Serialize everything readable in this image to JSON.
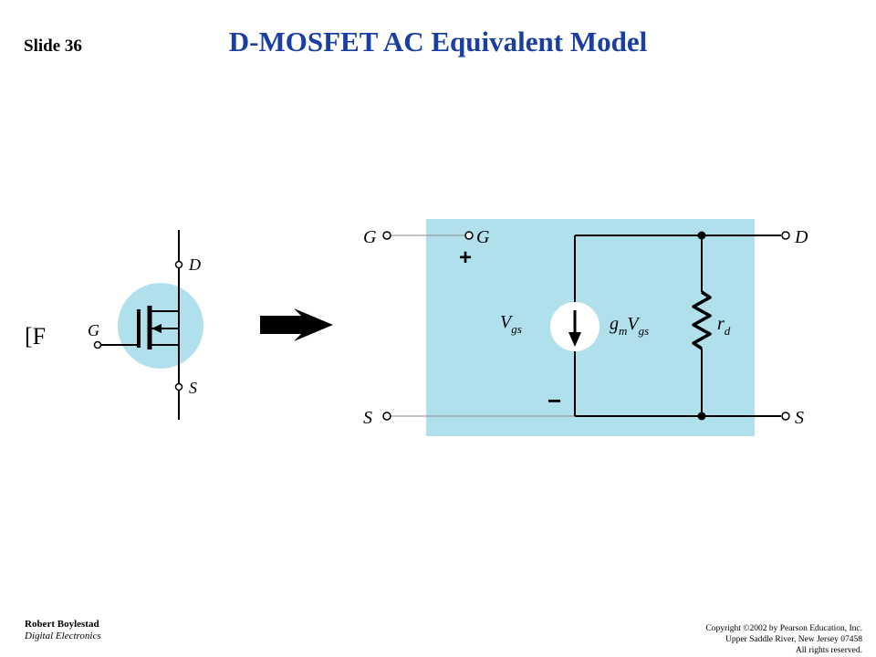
{
  "slide": {
    "number_label": "Slide 36",
    "title": "D-MOSFET AC Equivalent Model"
  },
  "left_fragment": "[F",
  "colors": {
    "title": "#1a3fa0",
    "panel": "#b0e0ec",
    "wire": "#000000",
    "circle": "#b0e0ec"
  },
  "symbol": {
    "gate": "G",
    "drain": "D",
    "source": "S"
  },
  "equivalent": {
    "gate_outer": "G",
    "gate_inner": "G",
    "drain": "D",
    "source_outer": "S",
    "source_inner": "S",
    "plus": "+",
    "minus": "−",
    "vgs_main": "V",
    "vgs_sub": "gs",
    "gm_main": "g",
    "gm_sub": "m",
    "gm_v_main": "V",
    "gm_v_sub": "gs",
    "rd_main": "r",
    "rd_sub": "d"
  },
  "footer": {
    "author": "Robert Boylestad",
    "course": "Digital Electronics",
    "copyright_1": "Copyright ©2002 by Pearson Education, Inc.",
    "copyright_2": "Upper Saddle River, New Jersey 07458",
    "copyright_3": "All rights reserved."
  }
}
